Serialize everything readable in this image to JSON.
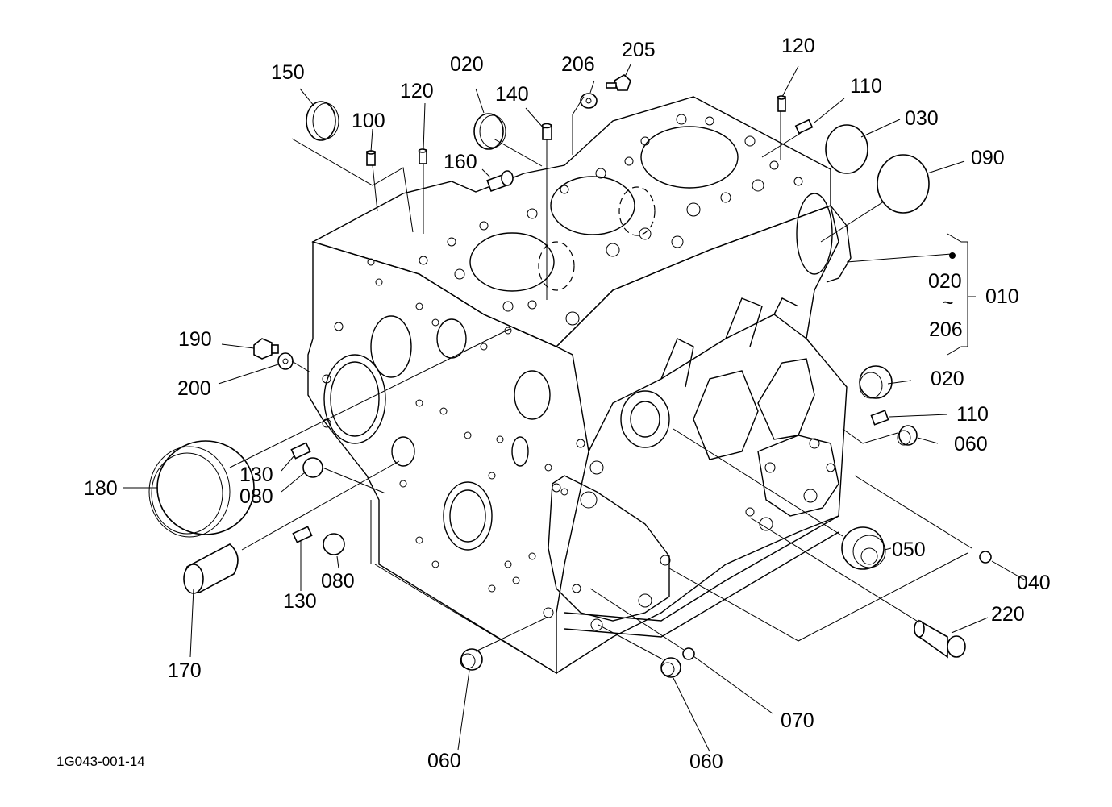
{
  "drawing_code": "1G043-001-14",
  "labels": {
    "p150": "150",
    "p100": "100",
    "p120a": "120",
    "p020a": "020",
    "p140": "140",
    "p206": "206",
    "p205": "205",
    "p160": "160",
    "p120b": "120",
    "p110a": "110",
    "p030": "030",
    "p090": "090",
    "p020b": "020",
    "p010": "010",
    "p206b": "206",
    "tilde": "~",
    "p190": "190",
    "p200": "200",
    "p180": "180",
    "p130a": "130",
    "p080a": "080",
    "p170": "170",
    "p130b": "130",
    "p080b": "080",
    "p020c": "020",
    "p110b": "110",
    "p060a": "060",
    "p050": "050",
    "p040": "040",
    "p220": "220",
    "p070": "070",
    "p060b": "060",
    "p060c": "060"
  }
}
